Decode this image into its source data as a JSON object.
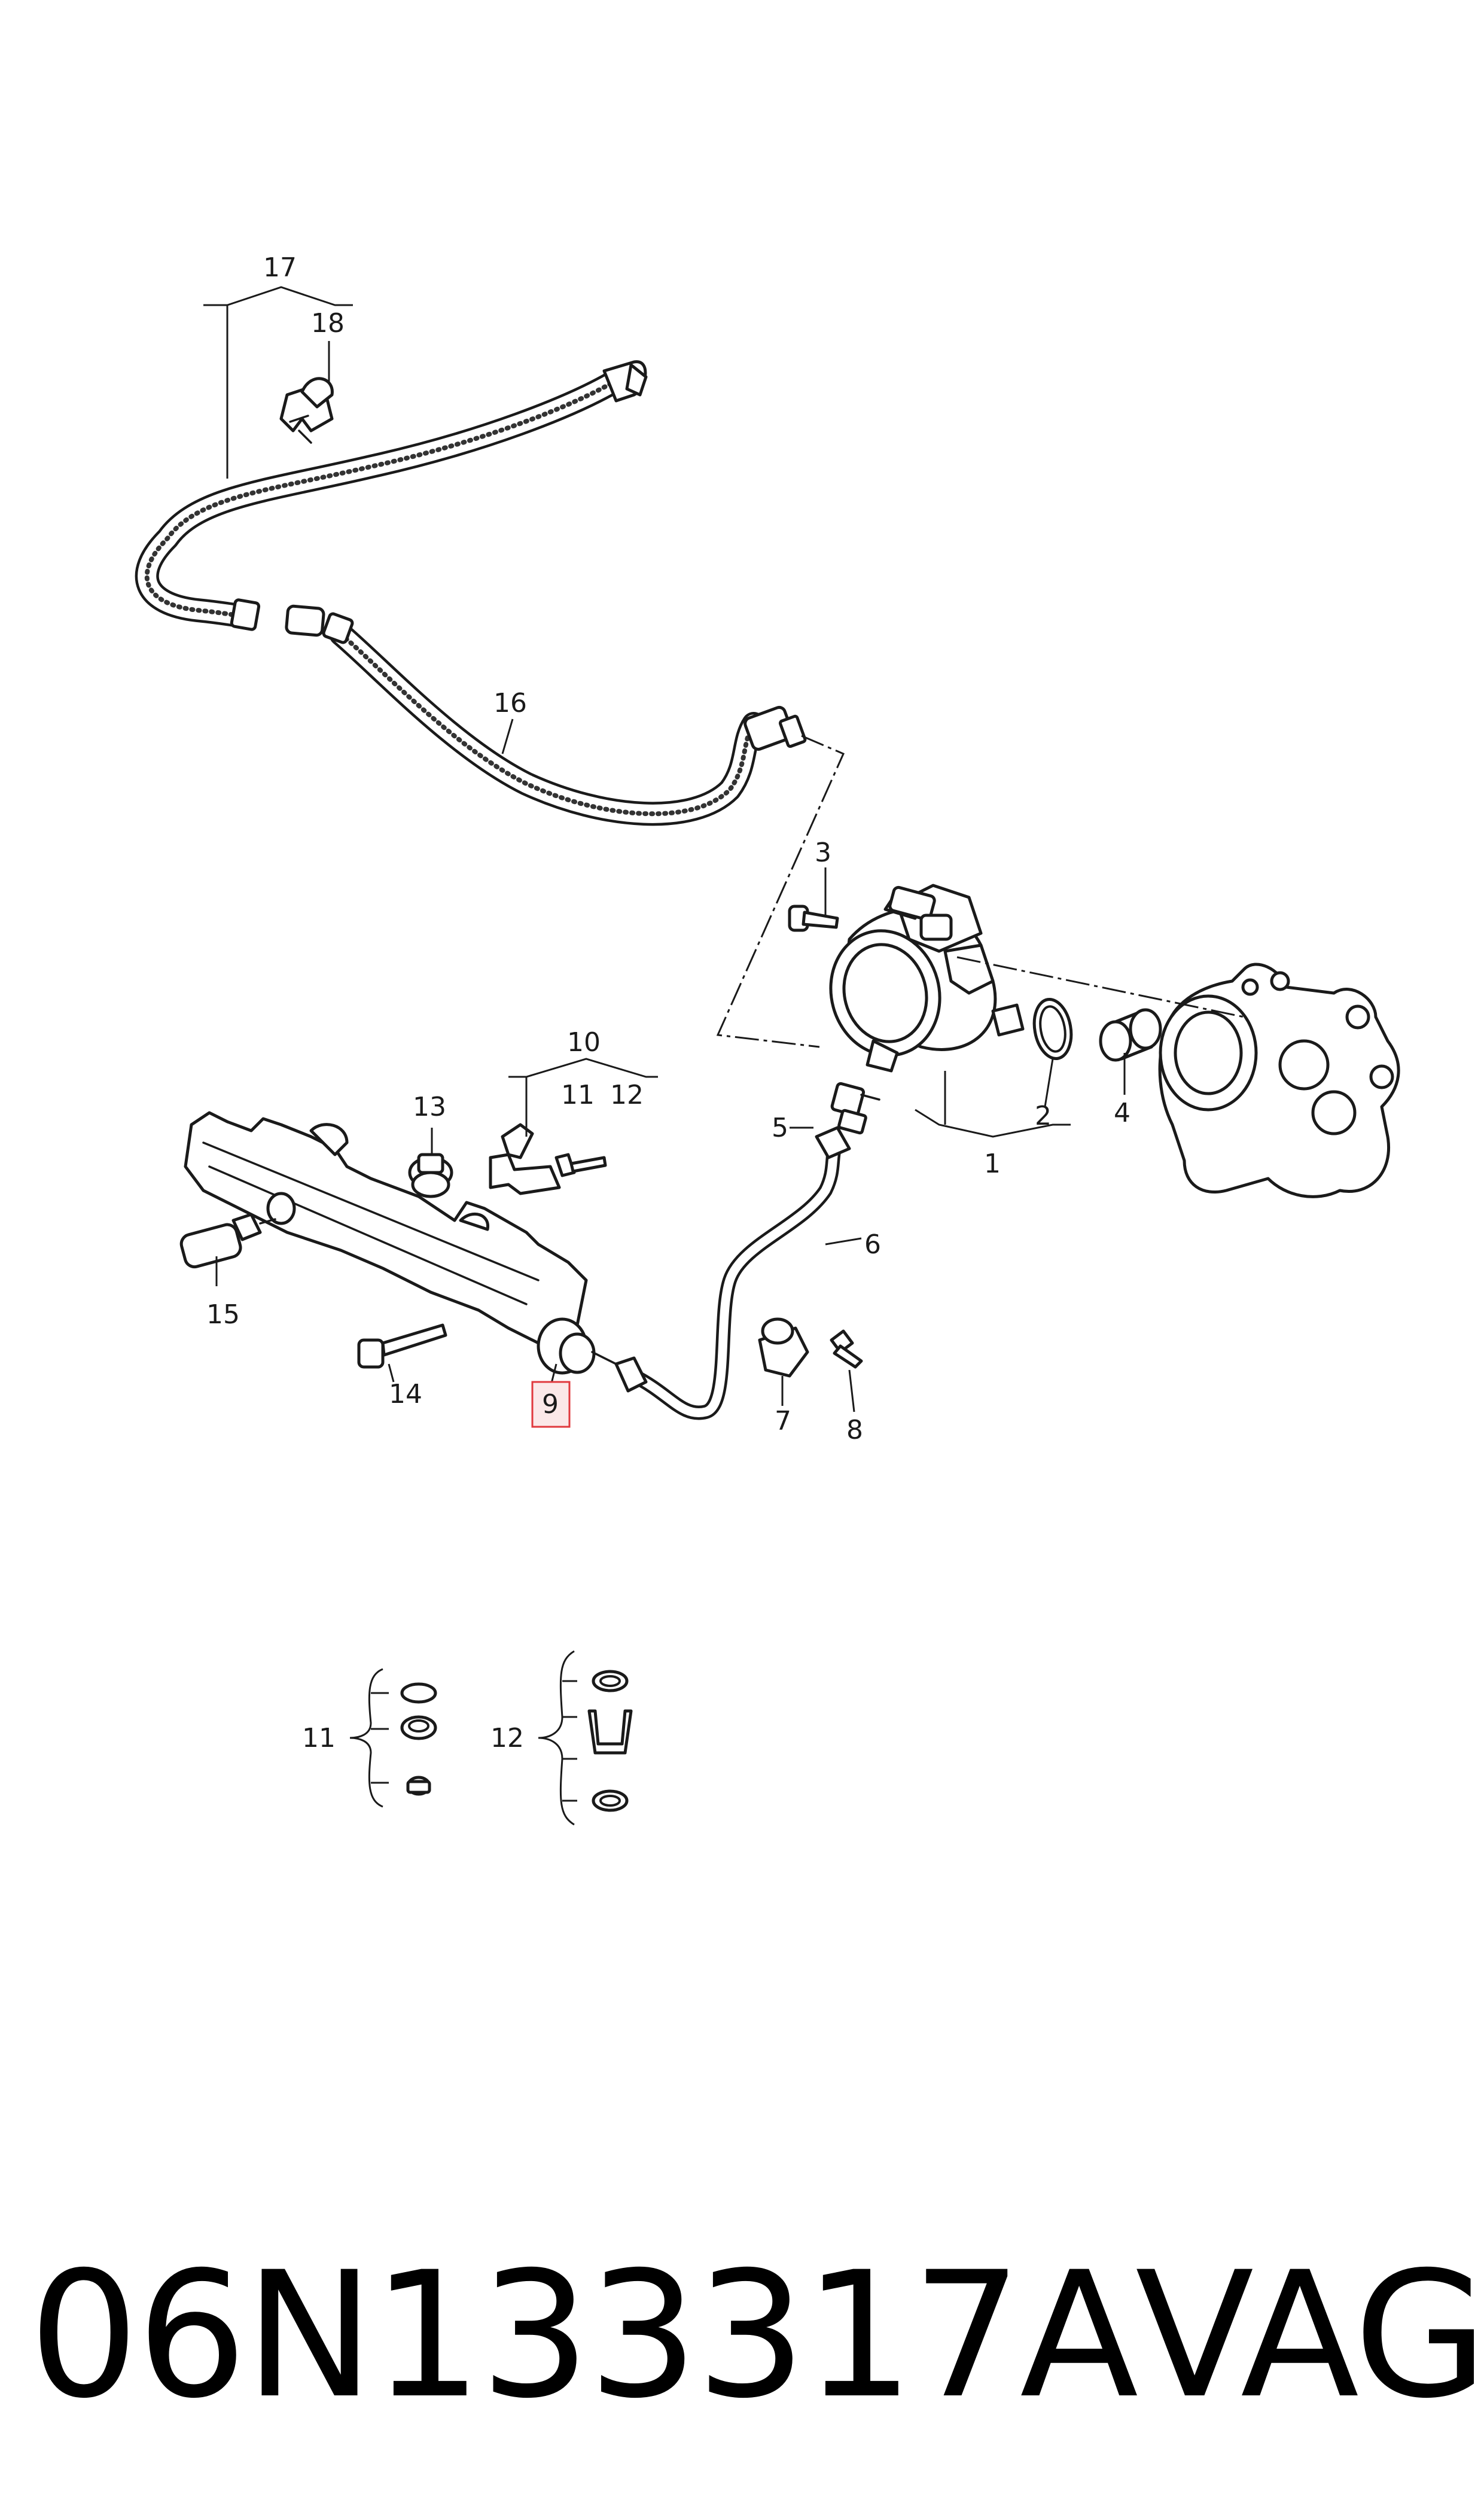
{
  "diagram": {
    "callouts": {
      "c1": "1",
      "c2": "2",
      "c3": "3",
      "c4": "4",
      "c5": "5",
      "c6": "6",
      "c7": "7",
      "c8": "8",
      "c9": "9",
      "c10": "10",
      "c11": "11",
      "c12": "12",
      "c13": "13",
      "c14": "14",
      "c15": "15",
      "c16": "16",
      "c17": "17",
      "c18": "18"
    },
    "detail_labels": {
      "d11": "11",
      "d12": "12"
    },
    "highlight_color": "#e0393e"
  },
  "footer": {
    "part_number": "06N133317A",
    "brand": "VAG"
  }
}
